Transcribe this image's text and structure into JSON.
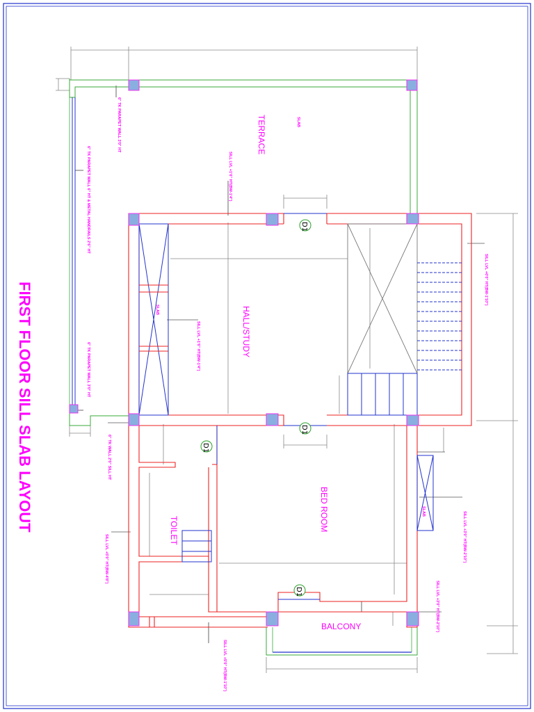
{
  "title": "FIRST FLOOR SILL SLAB LAYOUT",
  "rooms": {
    "terrace": "TERRACE",
    "hall_study": "HALL/STUDY",
    "bed_room": "BED ROOM",
    "toilet": "TOILET",
    "balcony": "BALCONY"
  },
  "slab_labels": {
    "terrace": "SLAB",
    "hall": "SLAB",
    "bedroom": "SLAB"
  },
  "door_tags": {
    "d1_top": "D1",
    "d1_mid": "D1",
    "d1_toilet": "D1",
    "d1_balcony": "D1"
  },
  "notes": {
    "parapet_top": "6\" TK PARAPET WALL 3'0\" HT",
    "parapet_mid": "6\" TK PARAPET WALL 6\" HT & METAL HANDRAILS 2'6\" HT",
    "parapet_bottom": "6\" TK PARAPET WALL 3'0\" HT",
    "wall_sill": "6\" TK WALL 2'0\" SILL HT",
    "sill_hall_top": "SILL LVL +1'6\" HT(BW-1'4\")",
    "sill_hall_mid": "SILL LVL +1'6\" HT(BW-1'4\")",
    "sill_stair": "SILL LVL +6'0\" HT(BW-1'10\")",
    "sill_bed_right": "SILL LVL +3'0\" HT(BW-2'10\")",
    "sill_bed_lower": "SILL LVL +3'0\" HT(BW-2'10\")",
    "sill_toilet": "SILL LVL +5'0\" HT(BW-4'8\")",
    "sill_bottom": "SILL LVL +5'0\" HT(BW-1'10\")"
  }
}
